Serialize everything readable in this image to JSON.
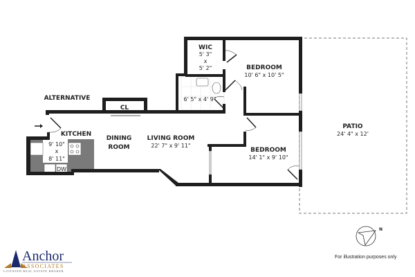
{
  "rooms": {
    "wic": {
      "name": "WIC",
      "dim1": "5' 3\"",
      "x": "x",
      "dim2": "5' 2\""
    },
    "bedroom1": {
      "name": "BEDROOM",
      "dims": "10' 6\" x 10' 5\""
    },
    "bath": {
      "dims": "6' 5\" x 4' 9\""
    },
    "alternative": {
      "name": "ALTERNATIVE"
    },
    "closet": {
      "name": "CL"
    },
    "kitchen": {
      "name": "KITCHEN",
      "dim1": "9' 10\"",
      "x": "x",
      "dim2": "8' 11\"",
      "dw": "DW"
    },
    "dining": {
      "line1": "DINING",
      "line2": "ROOM"
    },
    "living": {
      "name": "LIVING ROOM",
      "dims": "22' 7\" x 9' 11\""
    },
    "bedroom2": {
      "name": "BEDROOM",
      "dims": "14' 1\" x 9' 10\""
    },
    "patio": {
      "name": "PATIO",
      "dims": "24' 4\" x 12'"
    }
  },
  "compass": {
    "label": "N"
  },
  "disclaimer": "For illustration purposes only",
  "logo": {
    "name": "Anchor",
    "sub": "ASSOCIATES",
    "tagline": "LICENSED REAL ESTATE BROKER"
  },
  "colors": {
    "wall": "#1e1e1e",
    "counter": "#7a7a7a",
    "logo_blue": "#1b2a6b",
    "logo_gold": "#b07a2a"
  }
}
